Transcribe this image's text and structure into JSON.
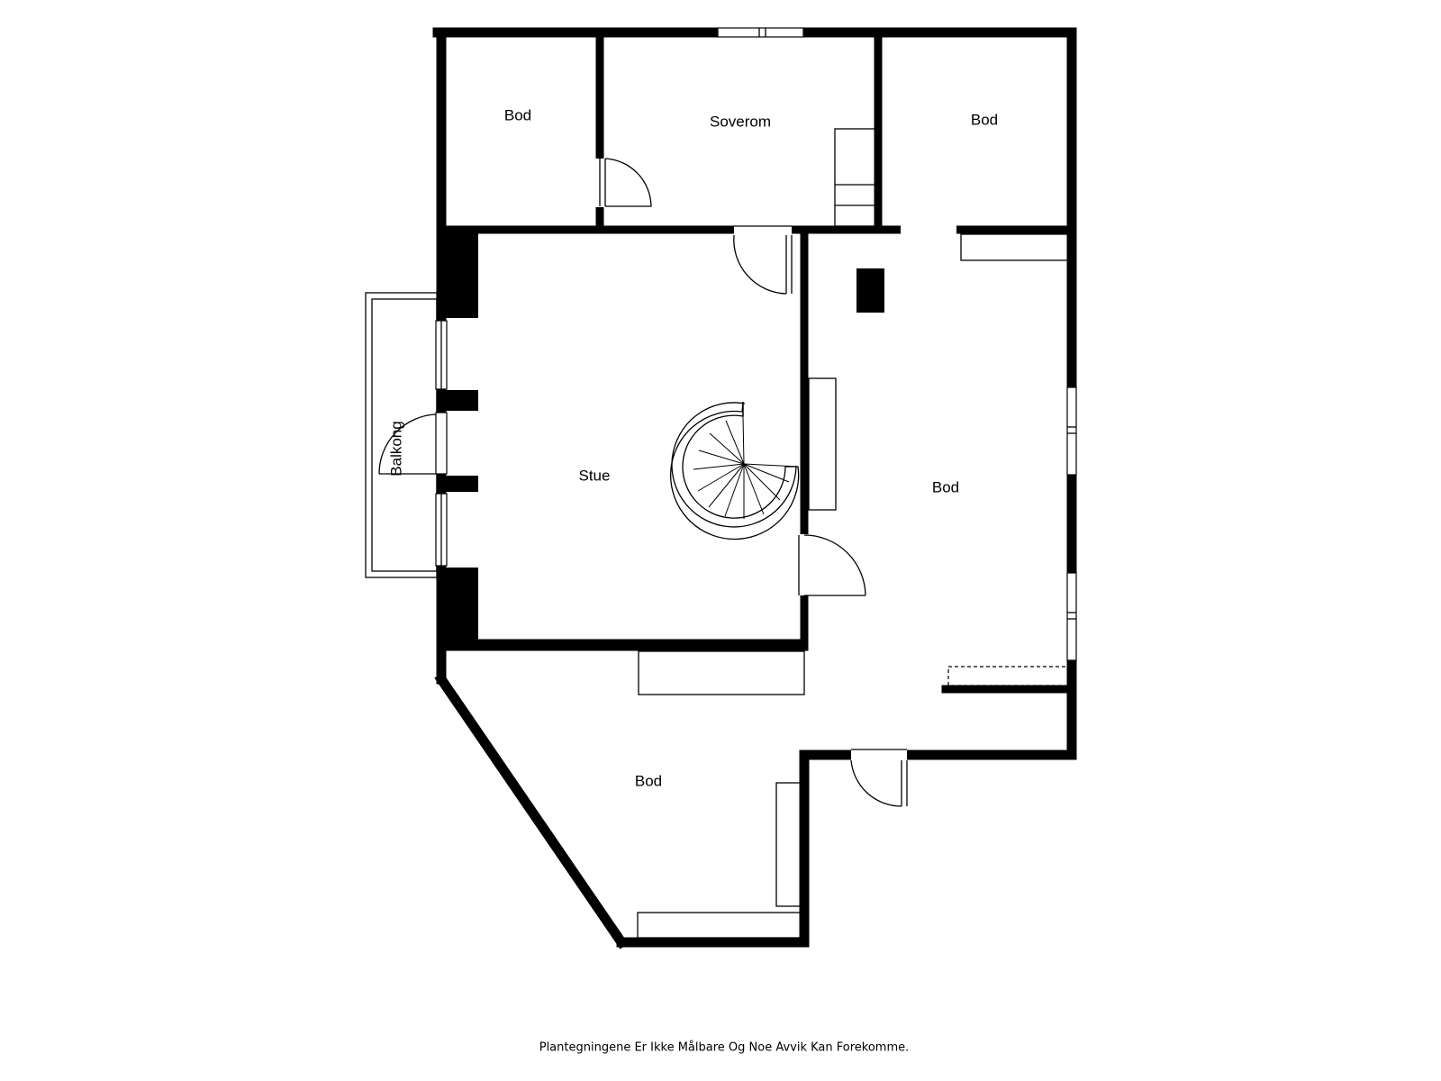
{
  "rooms": {
    "bod_top_left": "Bod",
    "soverom": "Soverom",
    "bod_top_right": "Bod",
    "stue": "Stue",
    "bod_right": "Bod",
    "bod_bottom": "Bod",
    "balkong": "Balkong"
  },
  "footer": {
    "disclaimer": "Plantegningene Er Ikke Målbare Og Noe Avvik Kan Forekomme."
  }
}
